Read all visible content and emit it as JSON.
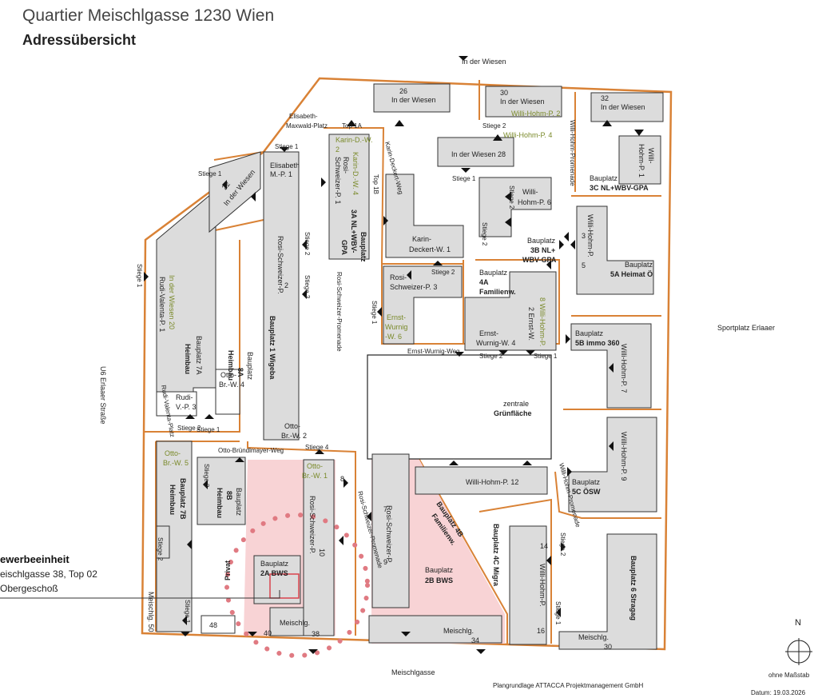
{
  "header": {
    "title": "Quartier Meischlgasse 1230 Wien",
    "subtitle": "Adressübersicht"
  },
  "streets": {
    "in_der_wiesen": "In der Wiesen",
    "meischlgasse": "Meischlgasse",
    "u6": "U6 Erlaaer Straße",
    "sportplatz": "Sportplatz Erlaaer",
    "otto_weg": "Otto-Bründlmayer-Weg",
    "ernst_weg": "Ernst-Wurnig-Weg",
    "karin_weg": "Karin-Deckert-Weg",
    "rosi_prom": "Rosi-Schweizer-Promenade",
    "willi_prom": "Willi-Hohm-Promenade",
    "elisabeth_platz_1": "Elisabeth-",
    "elisabeth_platz_2": "Maxwald-Platz",
    "rudi_platz": "Rudi-Valenta-Platz"
  },
  "labels": {
    "iw26_num": "26",
    "iw26_name": "In der Wiesen",
    "iw30_num": "30",
    "iw30_name": "In der Wiesen",
    "whp2": "Willi-Hohm-P. 2",
    "iw32_num": "32",
    "iw32_name": "In der Wiesen",
    "whp4": "Willi-Hohm-P. 4",
    "iw28": "In der Wiesen 28",
    "whp1_a": "Willi-",
    "whp1_b": "Hohm-P. 1",
    "bp3c": "3C NL+WBV-GPA",
    "bp_word": "Bauplatz",
    "whp6_a": "Willi-",
    "whp6_b": "Hohm-P. 6",
    "bp3b_a": "3B NL+",
    "bp3b_b": "WBV-GPA",
    "kdw1_a": "Karin-",
    "kdw1_b": "Deckert-W. 1",
    "whp3": "Willi-Hohm-P.",
    "num3": "3",
    "num5": "5",
    "bp5a": "5A Heimat Ö",
    "rsp3_a": "Rosi-",
    "rsp3_b": "Schweizer-P. 3",
    "bp4a_a": "4A",
    "bp4a_b": "Familienw.",
    "eww6_a": "Ernst-",
    "eww6_b": "Wurnig",
    "eww6_c": "-W. 6",
    "eww4_a": "Ernst-",
    "eww4_b": "Wurnig-W. 4",
    "eww2": "2 Ernst-W.",
    "whp8": "8 Willi-Hohm-P.",
    "bp5b": "5B immo 360",
    "whp7": "Willi-Hohm-P. 7",
    "zentral_a": "zentrale",
    "zentral_b": "Grünfläche",
    "whp12": "Willi-Hohm-P. 12",
    "whp9": "Willi-Hohm-P. 9",
    "bp5c": "5C ÖSW",
    "bp6": "Bauplatz 6 Stragag",
    "meischlg30": "Meischlg.",
    "num30": "30",
    "whp_14": "14",
    "whp_16": "16",
    "whp_long": "Willi-Hohm-P.",
    "bp4c": "Bauplatz 4C Migra",
    "bp4b_a": "Bauplatz 4B",
    "bp4b_b": "Familienw.",
    "bp2b_a": "Bauplatz",
    "bp2b_b": "2B BWS",
    "meischlg34": "Meischlg.",
    "num34": "34",
    "rsp_b": "Rosi-Schweizer-P.",
    "num7": "7",
    "num9": "9",
    "bp2a_a": "Bauplatz",
    "bp2a_b": "2A BWS",
    "meischlg_c": "Meischlg.",
    "num40": "40",
    "num38": "38",
    "rosi_long": "Rosi-Schweizer-P.",
    "num10": "10",
    "obw1_a": "Otto-",
    "obw1_b": "Br.-W. 1",
    "num8": "8",
    "privat": "Privat",
    "bp8b_a": "Bauplatz",
    "bp8b_b": "8B",
    "bp8b_c": "Heimbau",
    "stiege3": "Stiege 3",
    "obw5_a": "Otto-",
    "obw5_b": "Br.-W. 5",
    "bp7b_a": "Bauplatz 7B",
    "bp7b_b": "Heimbau",
    "meischlg50": "Meischlg. 50",
    "num48": "48",
    "rvp3_a": "Rudi-",
    "rvp3_b": "V.-P. 3",
    "obw4_a": "Otto-",
    "obw4_b": "Br.-W. 4",
    "bp8a_a": "Bauplatz",
    "bp8a_b": "8A",
    "bp8a_c": "Heimbau",
    "bp7a_a": "Bauplatz 7A",
    "bp7a_b": "Heimbau",
    "iw20": "In der Wiesen 20",
    "rvp1": "Rudi-Valenta-P. 1",
    "iw22_a": "22",
    "iw22_b": "In der Wiesen",
    "emp1_a": "Elisabeth",
    "emp1_b": "M.-P. 1",
    "rsp2": "Rosi-Schweizer-P.",
    "num2": "2",
    "bp1": "Bauplatz 1 Wigeba",
    "obw2_a": "Otto-",
    "obw2_b": "Br.-W. 2",
    "kdw2_a": "Karin-D.-W.",
    "kdw2_b": "2",
    "kdw4": "Karin-D.-W. 4",
    "rsp1_a": "Rosi-",
    "rsp1_b": "Schweizer-P. 1",
    "bp3a_a": "3A NL+WBV-",
    "bp3a_b": "GPA",
    "top1a": "Top 1A",
    "top1b": "Top 1B",
    "stiege1": "Stiege 1",
    "stiege2": "Stiege 2",
    "stiege4": "Stiege 4"
  },
  "callout": {
    "line1": "ewerbeeinheit",
    "line2": "eischlgasse 38, Top 02",
    "line3": "Obergeschoß"
  },
  "footer": {
    "north": "N",
    "scale": "ohne Maßstab",
    "plan": "Plangrundlage ATTACCA Projektmanagement GmbH",
    "date": "Datum: 19.03.2026"
  },
  "colors": {
    "site_outline": "#d98236",
    "building": "#dcdcdc",
    "highlight_building": "#f2b3b8",
    "highlight_site": "#f8d3d5",
    "circle_dots": "#e07a82"
  }
}
